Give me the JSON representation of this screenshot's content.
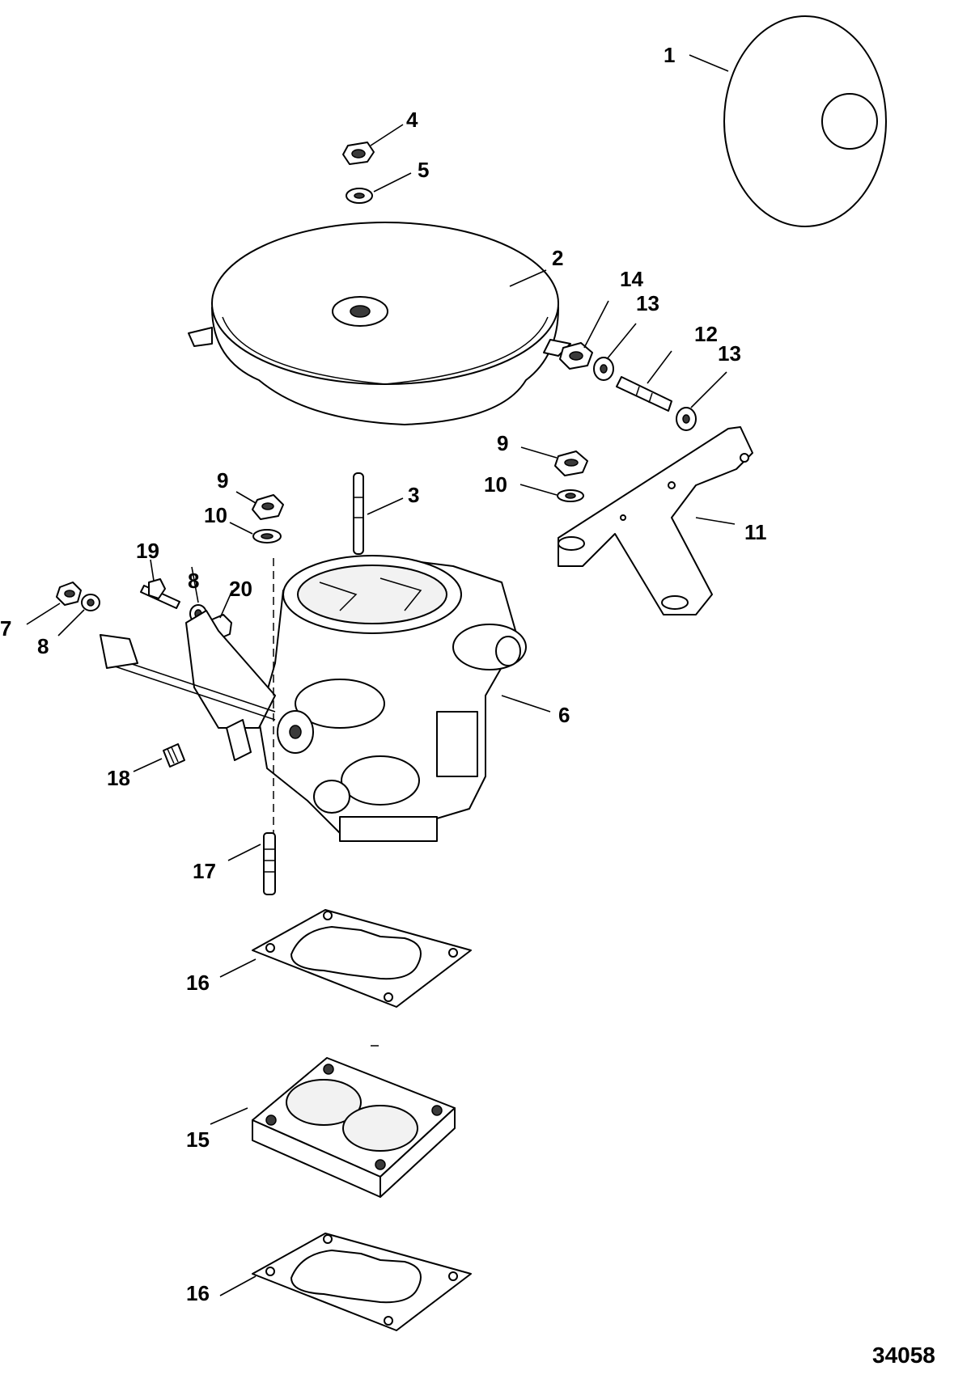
{
  "figure_number": "34058",
  "callouts": [
    {
      "label": "1"
    },
    {
      "label": "2"
    },
    {
      "label": "3"
    },
    {
      "label": "4"
    },
    {
      "label": "5"
    },
    {
      "label": "6"
    },
    {
      "label": "7"
    },
    {
      "label": "8"
    },
    {
      "label": "8"
    },
    {
      "label": "9"
    },
    {
      "label": "9"
    },
    {
      "label": "10"
    },
    {
      "label": "10"
    },
    {
      "label": "11"
    },
    {
      "label": "12"
    },
    {
      "label": "13"
    },
    {
      "label": "13"
    },
    {
      "label": "14"
    },
    {
      "label": "15"
    },
    {
      "label": "16"
    },
    {
      "label": "16"
    },
    {
      "label": "17"
    },
    {
      "label": "18"
    },
    {
      "label": "19"
    },
    {
      "label": "20"
    }
  ]
}
